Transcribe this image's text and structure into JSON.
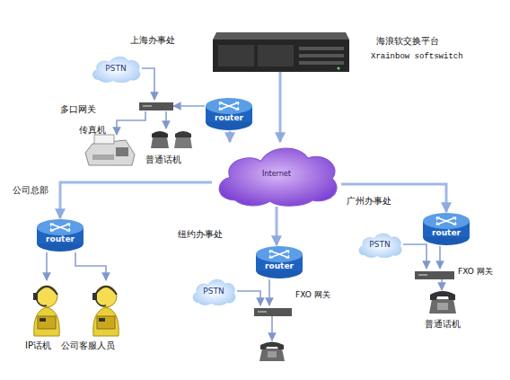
{
  "diagram": {
    "nodes": [
      {
        "text": [
          "海浪软交换平台",
          "Xrainbow softswitch"
        ]
      },
      {
        "text": [
          "PSTN"
        ]
      },
      {
        "text": [
          "多口网关"
        ]
      },
      {
        "text": [
          "router"
        ]
      },
      {
        "text": [
          "传真机"
        ]
      },
      {
        "text": [
          "普通话机"
        ]
      },
      {
        "text": [
          "Internet"
        ]
      },
      {
        "text": [
          "router"
        ]
      },
      {
        "text": [
          "IP话机"
        ]
      },
      {
        "text": [
          "公司客服人员"
        ]
      },
      {
        "text": [
          "router"
        ]
      },
      {
        "text": [
          "PSTN"
        ]
      },
      {
        "text": [
          "FXO 网关"
        ]
      },
      {
        "text": [
          "router"
        ]
      },
      {
        "text": [
          "PSTN"
        ]
      },
      {
        "text": [
          "FXO 网关"
        ]
      },
      {
        "text": [
          "普通话机"
        ]
      }
    ],
    "edges": [
      {
        "from": 1,
        "to": 2,
        "arrow": "to"
      },
      {
        "from": 3,
        "to": 2,
        "arrow": "to"
      },
      {
        "from": 2,
        "to": 4,
        "arrow": "to"
      },
      {
        "from": 2,
        "to": 5,
        "arrow": "to"
      },
      {
        "from": 3,
        "to": 6,
        "arrow": "to"
      },
      {
        "from": 0,
        "to": 6,
        "arrow": "to"
      },
      {
        "from": 6,
        "to": 7,
        "arrow": "to"
      },
      {
        "from": 7,
        "to": 8,
        "arrow": "to"
      },
      {
        "from": 7,
        "to": 9,
        "arrow": "to"
      },
      {
        "from": 6,
        "to": 10,
        "arrow": "to"
      },
      {
        "from": 10,
        "to": 12,
        "arrow": "to"
      },
      {
        "from": 11,
        "to": 12,
        "arrow": "to"
      },
      {
        "from": 6,
        "to": 13,
        "arrow": "to"
      },
      {
        "from": 13,
        "to": 15,
        "arrow": "to"
      },
      {
        "from": 14,
        "to": 15,
        "arrow": "to"
      },
      {
        "from": 15,
        "to": 16,
        "arrow": "to"
      }
    ],
    "labels": [
      "上海办事处",
      "公司总部",
      "纽约办事处",
      "广州办事处"
    ]
  }
}
